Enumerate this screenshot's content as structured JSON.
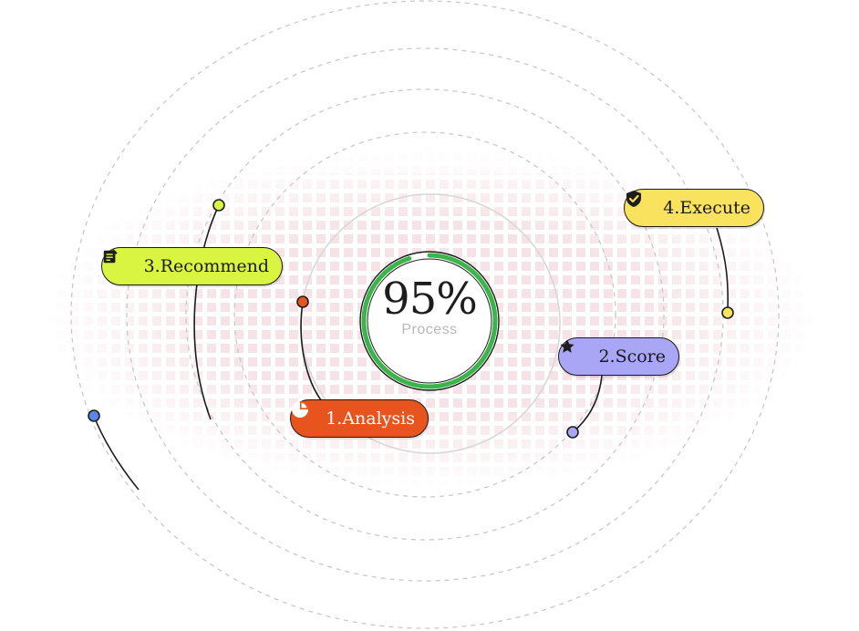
{
  "progress": {
    "value_label": "95%",
    "value_fraction": 0.95,
    "caption": "Process",
    "ring_color": "#3bb54a"
  },
  "steps": [
    {
      "label": "1.Analysis",
      "color": "#e8541e",
      "icon": "pie-chart-icon"
    },
    {
      "label": "2.Score",
      "color": "#a9a7f5",
      "icon": "star-badge-icon"
    },
    {
      "label": "3.Recommend",
      "color": "#d9f542",
      "icon": "note-edit-icon"
    },
    {
      "label": "4.Execute",
      "color": "#f9e25d",
      "icon": "shield-check-icon"
    }
  ],
  "colors": {
    "dot_pattern": "#f2d9df",
    "dashed_ring": "#c9c9c9",
    "node_blue": "#5b86e5",
    "node_lime": "#d9f542",
    "node_yellow": "#f9e25d",
    "node_orange": "#e8541e",
    "node_lavender": "#a9a7f5"
  }
}
